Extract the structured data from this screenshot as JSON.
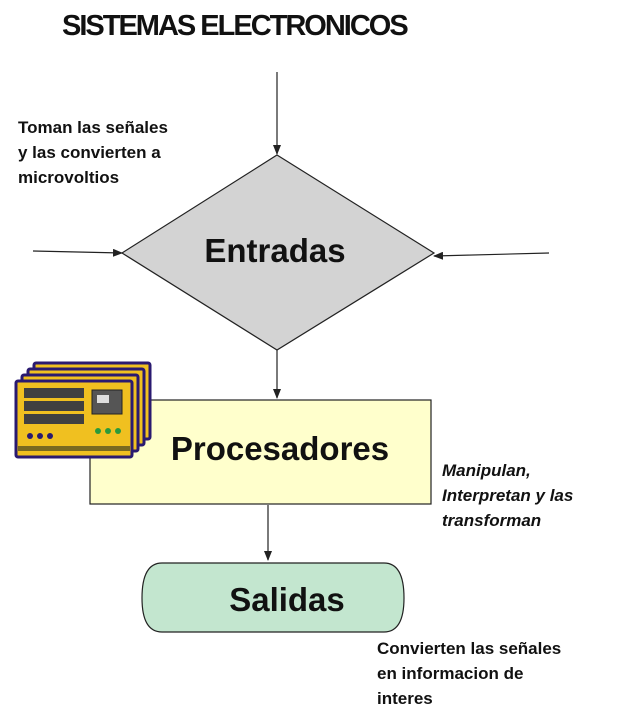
{
  "title": "SISTEMAS ELECTRONICOS",
  "nodes": {
    "input": {
      "label": "Entradas",
      "fill": "#d3d3d3"
    },
    "process": {
      "label": "Procesadores",
      "fill": "#ffffcc"
    },
    "output": {
      "label": "Salidas",
      "fill": "#c3e6cf"
    }
  },
  "notes": {
    "input": [
      "Toman las señales",
      "y las convierten a",
      "microvoltios"
    ],
    "process": [
      "Manipulan,",
      "Interpretan y las",
      "transforman"
    ],
    "output": [
      "Convierten las señales",
      "en informacion de",
      "interes"
    ]
  },
  "icon": "circuit-board-stack-icon",
  "colors": {
    "board_body": "#f0c020",
    "board_edge": "#2a1a70",
    "chip": "#404040",
    "line": "#222222"
  }
}
